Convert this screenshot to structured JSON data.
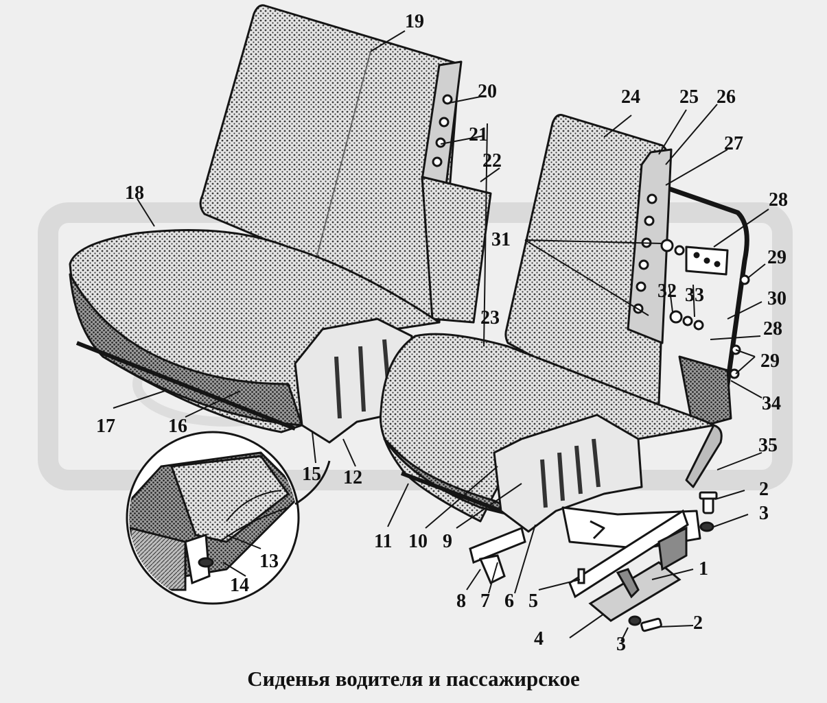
{
  "caption": "Сиденья водителя и пассажирское",
  "callouts": {
    "c1": "1",
    "c2a": "2",
    "c2b": "2",
    "c3a": "3",
    "c3b": "3",
    "c4": "4",
    "c5": "5",
    "c6": "6",
    "c7": "7",
    "c8": "8",
    "c9": "9",
    "c10": "10",
    "c11": "11",
    "c12": "12",
    "c13": "13",
    "c14": "14",
    "c15": "15",
    "c16": "16",
    "c17": "17",
    "c18": "18",
    "c19": "19",
    "c20": "20",
    "c21": "21",
    "c22": "22",
    "c23": "23",
    "c24": "24",
    "c25": "25",
    "c26": "26",
    "c27": "27",
    "c28a": "28",
    "c28b": "28",
    "c29a": "29",
    "c29b": "29",
    "c30": "30",
    "c31": "31",
    "c32": "32",
    "c33": "33",
    "c34": "34",
    "c35": "35"
  },
  "colors": {
    "ink": "#151515",
    "fill_light": "#d9d9d9",
    "fill_dark": "#8a8a8a",
    "background": "#efefef",
    "watermark": "#c9c9c9"
  }
}
